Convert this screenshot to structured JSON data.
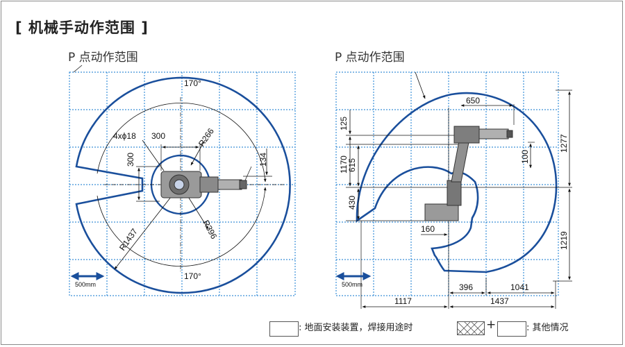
{
  "title": "[ 机械手动作范围 ]",
  "left_view": {
    "p_label": "P 点动作范围",
    "angle_top": "170°",
    "angle_bottom": "170°",
    "holes": "4xϕ18",
    "d300_h": "300",
    "d300_v": "300",
    "r266": "R266",
    "r396": "R396",
    "r1437": "R1437",
    "d134": "134",
    "scale": "500mm"
  },
  "right_view": {
    "p_label": "P 点动作范围",
    "d650": "650",
    "d125": "125",
    "d1170": "1170",
    "d615": "615",
    "d430": "430",
    "d100": "100",
    "d1277": "1277",
    "d1219": "1219",
    "d160": "160",
    "d396": "396",
    "d1041": "1041",
    "d1117": "1117",
    "d1437": "1437",
    "scale": "500mm"
  },
  "legend": {
    "floor": ": 地面安装装置，焊接用途时",
    "plus": "+",
    "other": ": 其他情况"
  },
  "colors": {
    "envelope": "#1a4f9c",
    "grid": "#3a8fd8",
    "robot": "#606060"
  }
}
